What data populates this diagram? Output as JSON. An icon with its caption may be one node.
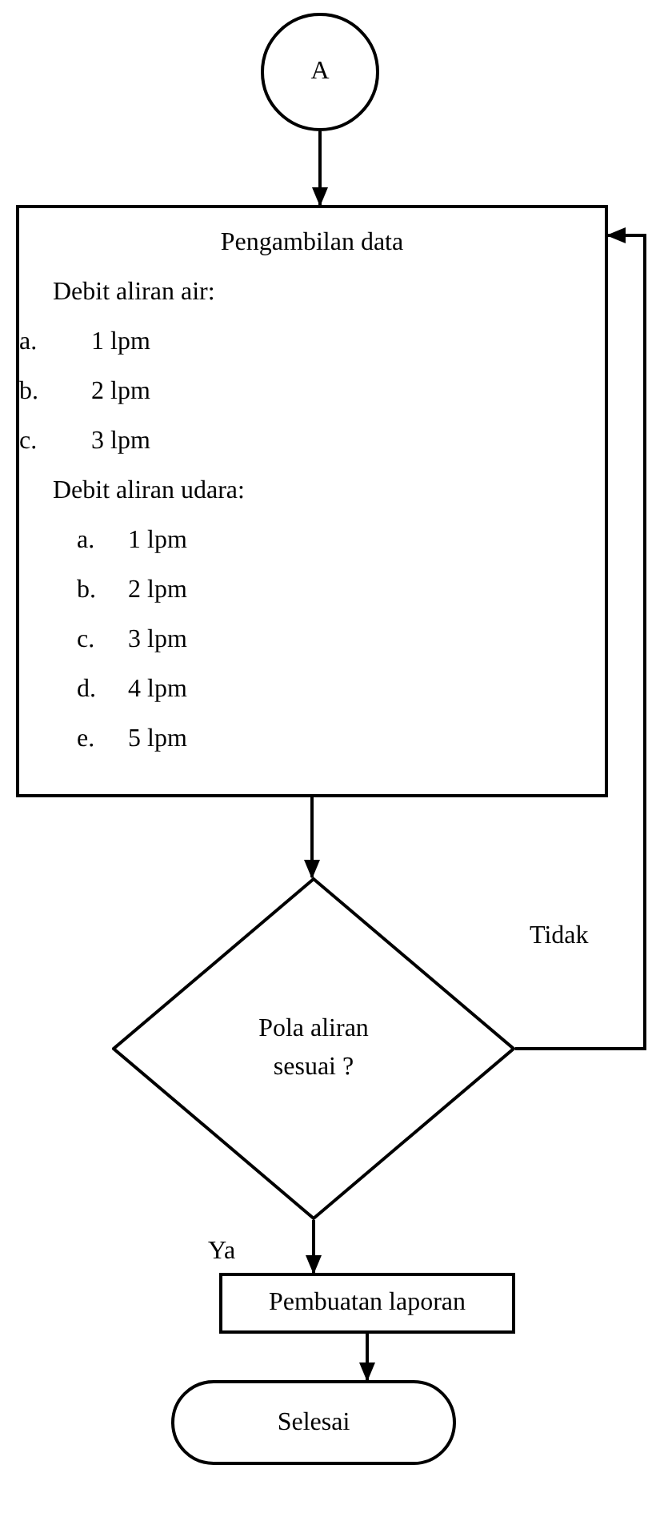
{
  "diagram": {
    "nodes": [
      {
        "text": [
          "A"
        ]
      },
      {
        "text": [
          "Pengambilan data",
          "Debit aliran air:",
          "a.",
          "1 lpm",
          "b.",
          "2 lpm",
          "c.",
          "3 lpm",
          "Debit aliran udara:",
          "a.",
          "1 lpm",
          "b.",
          "2 lpm",
          "c.",
          "3 lpm",
          "d.",
          "4 lpm",
          "e.",
          "5 lpm"
        ]
      },
      {
        "text": [
          "Pola aliran sesuai ?"
        ]
      },
      {
        "text": [
          "Pembuatan laporan"
        ]
      },
      {
        "text": [
          "Selesai"
        ]
      }
    ],
    "edges": [
      {
        "from": 0,
        "to": 1,
        "arrow": "to"
      },
      {
        "from": 1,
        "to": 2,
        "arrow": "to"
      },
      {
        "from": 2,
        "to": 3,
        "arrow": "to",
        "label": "Ya"
      },
      {
        "from": 3,
        "to": 4,
        "arrow": "to"
      },
      {
        "from": 2,
        "to": 1,
        "arrow": "to",
        "label": "Tidak"
      }
    ]
  }
}
